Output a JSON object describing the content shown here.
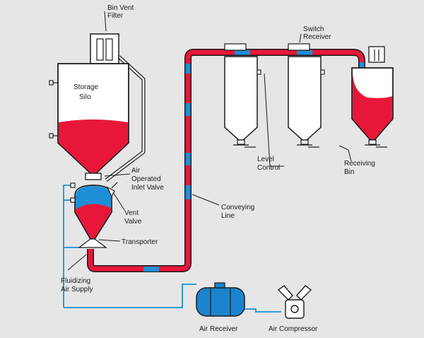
{
  "labels": {
    "bin_vent_filter": [
      "Bin Vent",
      "Filter"
    ],
    "switch_receiver": [
      "Switch",
      "Receiver"
    ],
    "storage_silo": [
      "Storage",
      "Silo"
    ],
    "air_operated_inlet_valve": [
      "Air",
      "Operated",
      "Inlet Valve"
    ],
    "vent_valve": [
      "Vent",
      "Valve"
    ],
    "transporter": "Transporter",
    "conveying_line": [
      "Conveying",
      "Line"
    ],
    "level_control": [
      "Level",
      "Control"
    ],
    "receiving_bin": [
      "Receiving",
      "Bin"
    ],
    "fluidizing_air_supply": [
      "Fluidizing",
      "Air Supply"
    ],
    "air_receiver": "Air Receiver",
    "air_compressor": "Air Compressor"
  },
  "colors": {
    "background": "#e6e6e6",
    "vessel_fill": "#ffffff",
    "material": "#e8173a",
    "air": "#1e8fd6",
    "air_receiver_tank": "#1c84cf",
    "outline": "#1a1a1a"
  }
}
